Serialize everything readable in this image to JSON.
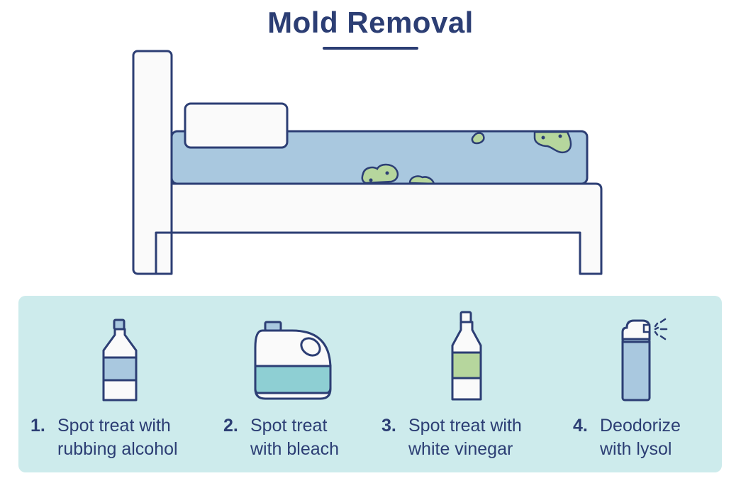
{
  "title": "Mold Removal",
  "colors": {
    "navy": "#2c3e74",
    "mattress_blue": "#a9c8df",
    "mold_green": "#b6d69d",
    "panel_bg": "#cdebec",
    "bleach_teal": "#8ecfd3",
    "frame_white": "#fafafa"
  },
  "illustration": {
    "bed": "bed-icon",
    "mold_spots": 4
  },
  "steps": [
    {
      "number": "1.",
      "lines": [
        "Spot treat with",
        "rubbing alcohol"
      ],
      "icon": "alcohol-bottle-icon"
    },
    {
      "number": "2.",
      "lines": [
        "Spot treat",
        "with bleach"
      ],
      "icon": "bleach-jug-icon"
    },
    {
      "number": "3.",
      "lines": [
        "Spot treat with",
        "white vinegar"
      ],
      "icon": "vinegar-bottle-icon"
    },
    {
      "number": "4.",
      "lines": [
        "Deodorize",
        "with lysol"
      ],
      "icon": "spray-can-icon"
    }
  ]
}
